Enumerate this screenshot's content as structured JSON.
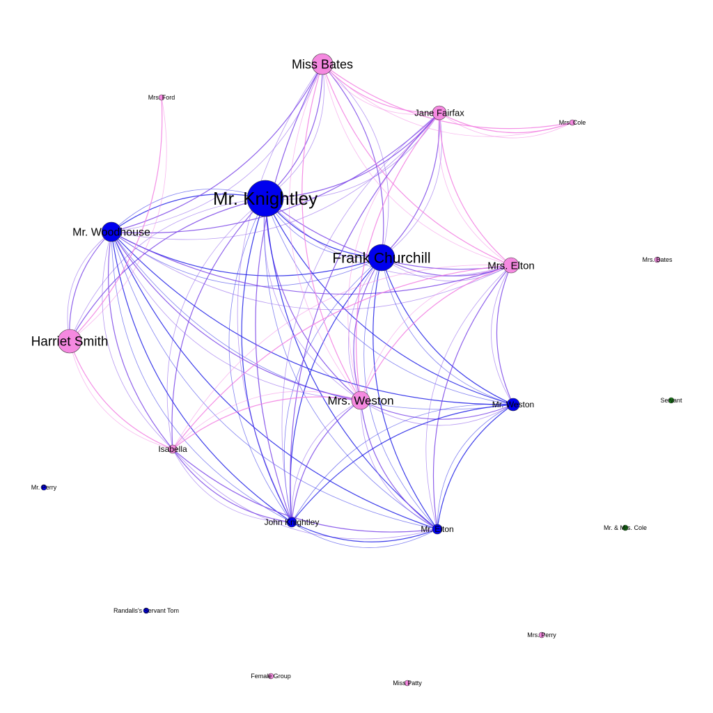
{
  "colors": {
    "male": "#0000ee",
    "female": "#f589e0",
    "group": "#1a7a1a",
    "edge_male": "#1a1ae6",
    "edge_mixed": "#7a44e8",
    "edge_female": "#f27ae0"
  },
  "nodes": [
    {
      "id": "knightley",
      "label": "Mr. Knightley",
      "gender": "male"
    },
    {
      "id": "churchill",
      "label": "Frank Churchill",
      "gender": "male"
    },
    {
      "id": "woodhouse",
      "label": "Mr. Woodhouse",
      "gender": "male"
    },
    {
      "id": "harriet",
      "label": "Harriet Smith",
      "gender": "female"
    },
    {
      "id": "bates",
      "label": "Miss Bates",
      "gender": "female"
    },
    {
      "id": "fairfax",
      "label": "Jane Fairfax",
      "gender": "female"
    },
    {
      "id": "elton_mrs",
      "label": "Mrs. Elton",
      "gender": "female"
    },
    {
      "id": "weston_mrs",
      "label": "Mrs. Weston",
      "gender": "female"
    },
    {
      "id": "weston_mr",
      "label": "Mr. Weston",
      "gender": "male"
    },
    {
      "id": "isabella",
      "label": "Isabella",
      "gender": "female"
    },
    {
      "id": "john",
      "label": "John Knightley",
      "gender": "male"
    },
    {
      "id": "elton_mr",
      "label": "Mr. Elton",
      "gender": "male"
    },
    {
      "id": "ford",
      "label": "Mrs. Ford",
      "gender": "female"
    },
    {
      "id": "cole_mrs",
      "label": "Mrs. Cole",
      "gender": "female"
    },
    {
      "id": "bates_mrs",
      "label": "Mrs. Bates",
      "gender": "female"
    },
    {
      "id": "servant",
      "label": "Servant",
      "gender": "group"
    },
    {
      "id": "perry_mr",
      "label": "Mr. Perry",
      "gender": "male"
    },
    {
      "id": "coles",
      "label": "Mr. & Mrs. Cole",
      "gender": "group"
    },
    {
      "id": "tom",
      "label": "Randalls's Servant Tom",
      "gender": "male"
    },
    {
      "id": "perry_mrs",
      "label": "Mrs. Perry",
      "gender": "female"
    },
    {
      "id": "female_group",
      "label": "Female Group",
      "gender": "female"
    },
    {
      "id": "patty",
      "label": "Miss Patty",
      "gender": "female"
    }
  ],
  "edges": [
    [
      "knightley",
      "woodhouse"
    ],
    [
      "knightley",
      "churchill"
    ],
    [
      "knightley",
      "bates"
    ],
    [
      "knightley",
      "fairfax"
    ],
    [
      "knightley",
      "elton_mrs"
    ],
    [
      "knightley",
      "weston_mrs"
    ],
    [
      "knightley",
      "weston_mr"
    ],
    [
      "knightley",
      "john"
    ],
    [
      "knightley",
      "elton_mr"
    ],
    [
      "knightley",
      "harriet"
    ],
    [
      "knightley",
      "isabella"
    ],
    [
      "woodhouse",
      "churchill"
    ],
    [
      "woodhouse",
      "bates"
    ],
    [
      "woodhouse",
      "fairfax"
    ],
    [
      "woodhouse",
      "harriet"
    ],
    [
      "woodhouse",
      "isabella"
    ],
    [
      "woodhouse",
      "john"
    ],
    [
      "woodhouse",
      "weston_mrs"
    ],
    [
      "woodhouse",
      "weston_mr"
    ],
    [
      "woodhouse",
      "elton_mr"
    ],
    [
      "woodhouse",
      "elton_mrs"
    ],
    [
      "churchill",
      "bates"
    ],
    [
      "churchill",
      "fairfax"
    ],
    [
      "churchill",
      "elton_mrs"
    ],
    [
      "churchill",
      "weston_mrs"
    ],
    [
      "churchill",
      "weston_mr"
    ],
    [
      "churchill",
      "john"
    ],
    [
      "churchill",
      "elton_mr"
    ],
    [
      "bates",
      "fairfax"
    ],
    [
      "bates",
      "elton_mrs"
    ],
    [
      "bates",
      "cole_mrs"
    ],
    [
      "bates",
      "weston_mrs"
    ],
    [
      "bates",
      "john"
    ],
    [
      "fairfax",
      "elton_mrs"
    ],
    [
      "fairfax",
      "cole_mrs"
    ],
    [
      "fairfax",
      "weston_mrs"
    ],
    [
      "fairfax",
      "john"
    ],
    [
      "elton_mrs",
      "weston_mrs"
    ],
    [
      "elton_mrs",
      "weston_mr"
    ],
    [
      "elton_mrs",
      "elton_mr"
    ],
    [
      "elton_mrs",
      "isabella"
    ],
    [
      "weston_mrs",
      "weston_mr"
    ],
    [
      "weston_mrs",
      "isabella"
    ],
    [
      "weston_mrs",
      "john"
    ],
    [
      "weston_mrs",
      "elton_mr"
    ],
    [
      "weston_mr",
      "elton_mr"
    ],
    [
      "weston_mr",
      "john"
    ],
    [
      "isabella",
      "john"
    ],
    [
      "isabella",
      "elton_mr"
    ],
    [
      "john",
      "elton_mr"
    ],
    [
      "harriet",
      "ford"
    ],
    [
      "harriet",
      "isabella"
    ]
  ]
}
